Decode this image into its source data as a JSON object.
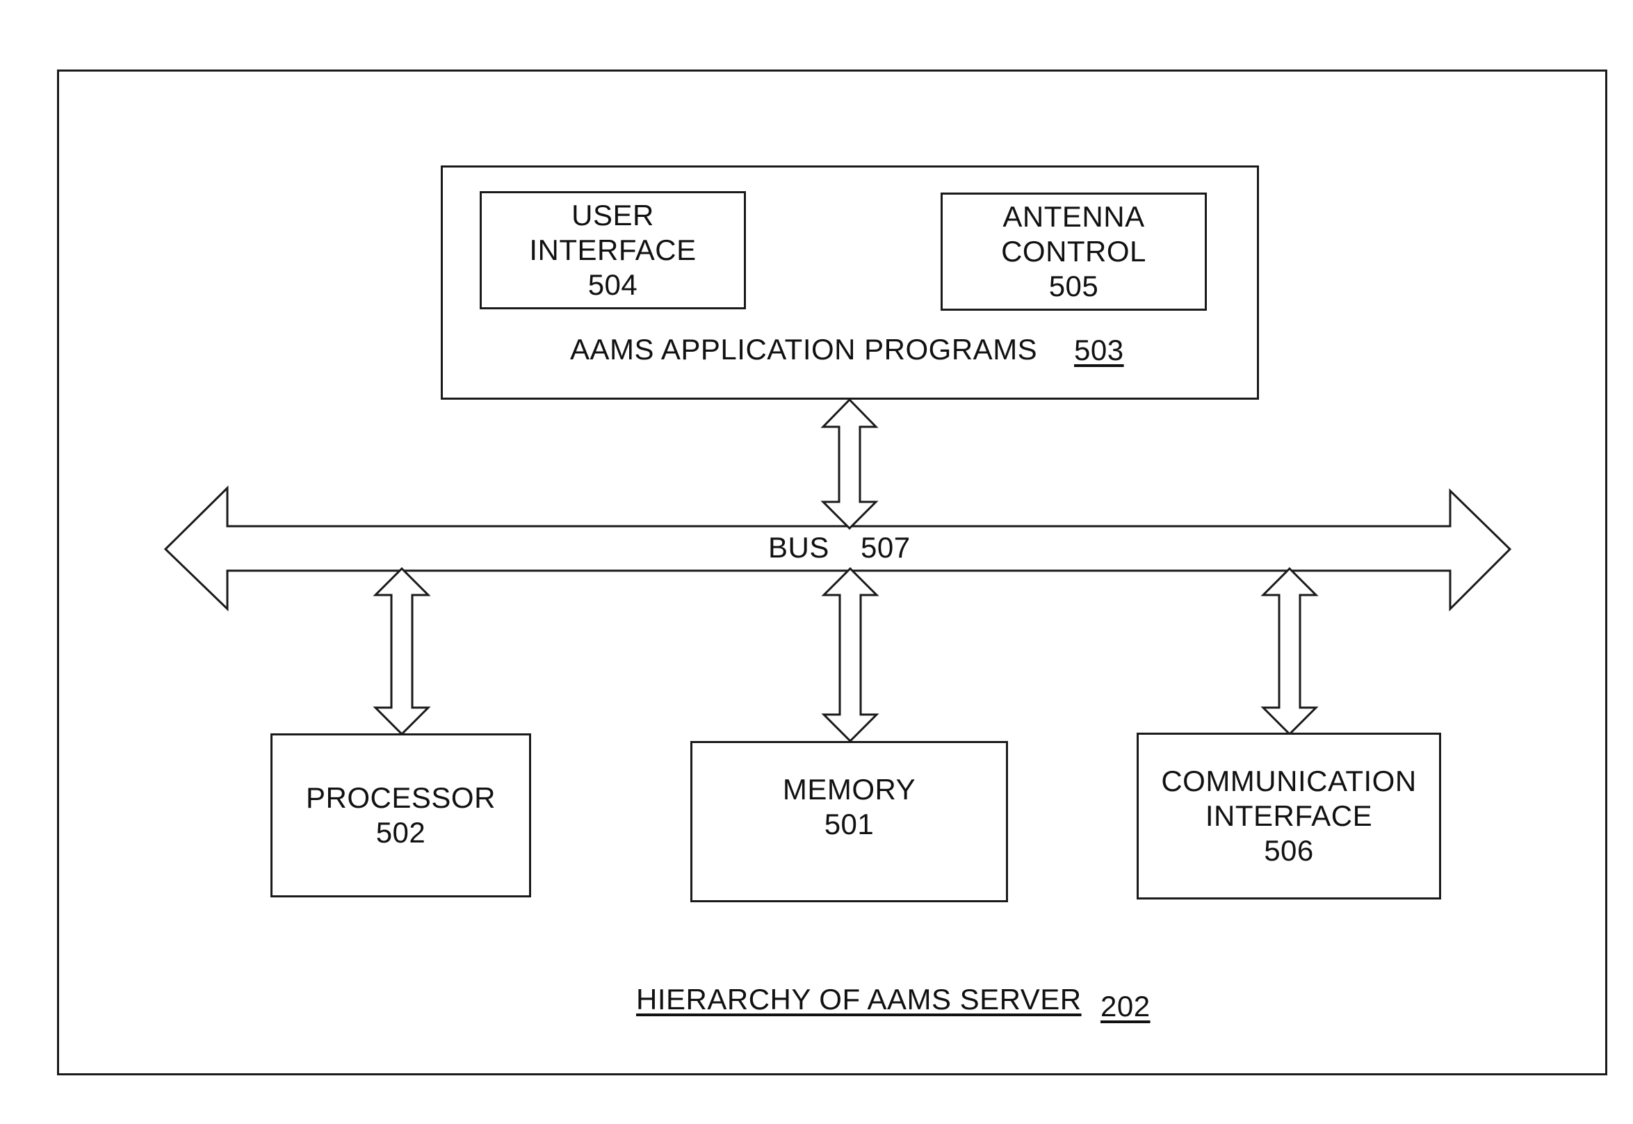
{
  "diagram": {
    "title": "HIERARCHY OF AAMS SERVER",
    "title_ref": "202",
    "app_programs": {
      "label": "AAMS APPLICATION PROGRAMS",
      "ref": "503"
    },
    "user_interface": {
      "line1": "USER",
      "line2": "INTERFACE",
      "ref": "504"
    },
    "antenna_control": {
      "line1": "ANTENNA",
      "line2": "CONTROL",
      "ref": "505"
    },
    "bus": {
      "label": "BUS",
      "ref": "507"
    },
    "processor": {
      "line1": "PROCESSOR",
      "ref": "502"
    },
    "memory": {
      "line1": "MEMORY",
      "ref": "501"
    },
    "communication_interface": {
      "line1": "COMMUNICATION",
      "line2": "INTERFACE",
      "ref": "506"
    }
  }
}
